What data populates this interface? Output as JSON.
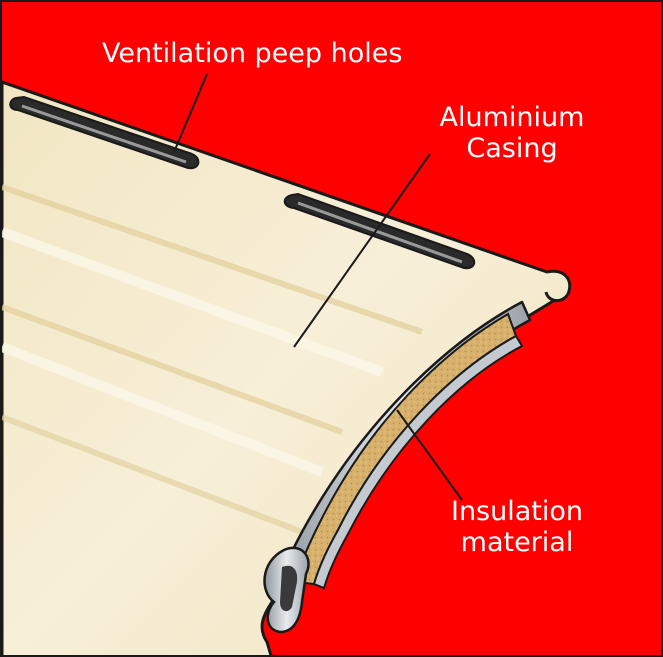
{
  "colors": {
    "background": "#ff0000",
    "casing": "#f4eacd",
    "casing_shade": "#e6d6a6",
    "insulation": "#d4ad66",
    "outline": "#1a1a1a",
    "label_text": "#ffffff"
  },
  "labels": {
    "ventilation": "Ventilation peep holes",
    "aluminium": {
      "line1": "Aluminium",
      "line2": "Casing"
    },
    "insulation": {
      "line1": "Insulation",
      "line2": "material"
    }
  }
}
